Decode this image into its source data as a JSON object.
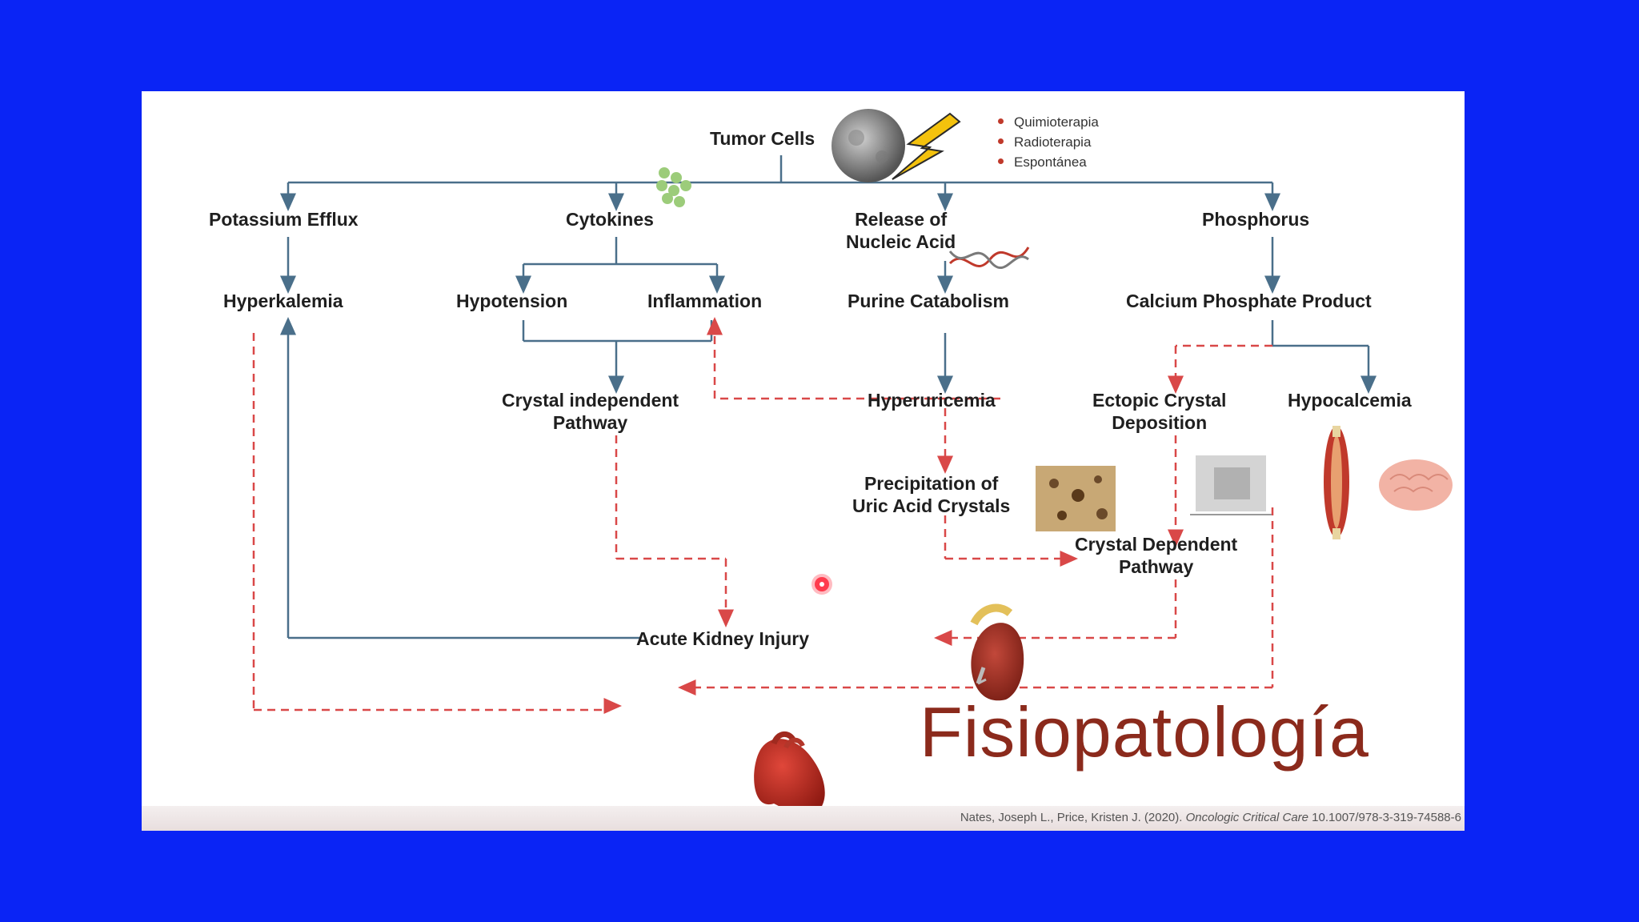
{
  "nodes": {
    "tumor_cells": "Tumor Cells",
    "potassium_efflux": "Potassium Efflux",
    "cytokines": "Cytokines",
    "release_nucleic_line1": "Release of",
    "release_nucleic_line2": "Nucleic Acid",
    "phosphorus": "Phosphorus",
    "hyperkalemia": "Hyperkalemia",
    "hypotension": "Hypotension",
    "inflammation": "Inflammation",
    "purine_catabolism": "Purine Catabolism",
    "calcium_phosphate": "Calcium Phosphate Product",
    "crystal_independent_line1": "Crystal independent",
    "crystal_independent_line2": "Pathway",
    "hyperuricemia": "Hyperuricemia",
    "ectopic_line1": "Ectopic Crystal",
    "ectopic_line2": "Deposition",
    "hypocalcemia": "Hypocalcemia",
    "precipitation_line1": "Precipitation of",
    "precipitation_line2": "Uric Acid Crystals",
    "crystal_dependent_line1": "Crystal Dependent",
    "crystal_dependent_line2": "Pathway",
    "aki": "Acute Kidney Injury"
  },
  "causes": [
    "Quimioterapia",
    "Radioterapia",
    "Espontánea"
  ],
  "title": "Fisiopatología",
  "citation": {
    "authors": "Nates, Joseph L., Price, Kristen J. (2020).",
    "journal": "Oncologic Critical Care",
    "doi": "10.1007/978-3-319-74588-6"
  },
  "colors": {
    "background": "#0a24f5",
    "solid_line": "#4a6f8a",
    "dashed_line": "#d94848",
    "title": "#8b2a1c"
  }
}
